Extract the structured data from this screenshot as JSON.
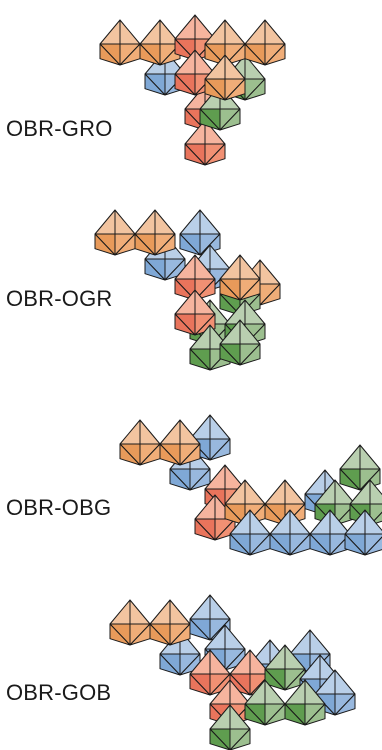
{
  "colors": {
    "orange_top": "#f2c4a0",
    "orange_left": "#e89a5a",
    "orange_right": "#f0ad78",
    "red_top": "#f6b49e",
    "red_left": "#e9745c",
    "red_right": "#f19073",
    "blue_top": "#b9cfe8",
    "blue_left": "#7fa8d6",
    "blue_right": "#98b8de",
    "green_top": "#b9cfb0",
    "green_left": "#5f9d4f",
    "green_right": "#9cbf8f",
    "outline": "#1a1a1a"
  },
  "figures": [
    {
      "label": "OBR-GRO"
    },
    {
      "label": "OBR-OGR"
    },
    {
      "label": "OBR-OBG"
    },
    {
      "label": "OBR-GOB"
    }
  ]
}
